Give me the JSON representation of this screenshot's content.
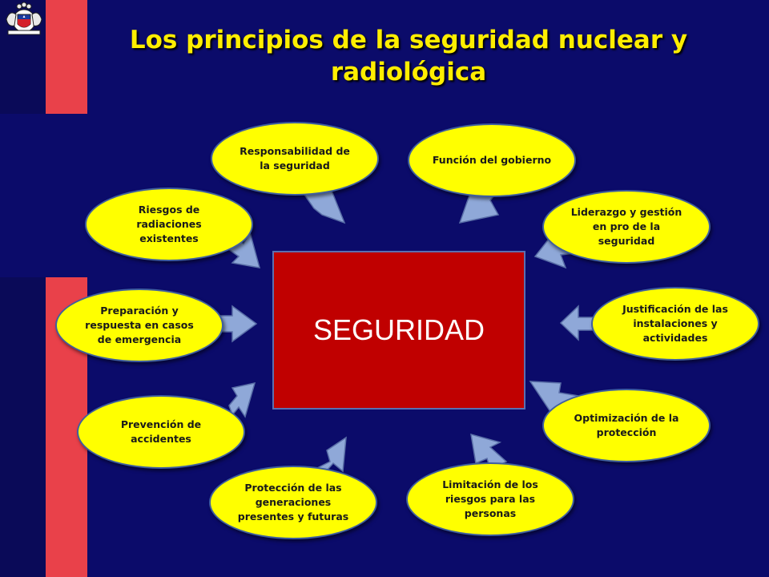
{
  "title": "Los principios de la seguridad nuclear y radiológica",
  "center": {
    "label": "SEGURIDAD"
  },
  "principles": [
    {
      "id": "responsabilidad",
      "label": "Responsabilidad de la seguridad"
    },
    {
      "id": "gobierno",
      "label": "Función del gobierno"
    },
    {
      "id": "liderazgo",
      "label": "Liderazgo y gestión en pro de la seguridad"
    },
    {
      "id": "justificacion",
      "label": "Justificación de las instalaciones y actividades"
    },
    {
      "id": "optimizacion",
      "label": "Optimización de la protección"
    },
    {
      "id": "limitacion",
      "label": "Limitación de los riesgos para las personas"
    },
    {
      "id": "generaciones",
      "label": "Protección de las generaciones presentes y futuras"
    },
    {
      "id": "prevencion",
      "label": "Prevención de accidentes"
    },
    {
      "id": "emergencia",
      "label": "Preparación y respuesta en casos de emergencia"
    },
    {
      "id": "riesgos",
      "label": "Riesgos de radiaciones existentes"
    }
  ],
  "colors": {
    "background": "#0b0b6a",
    "title": "#ffee00",
    "center": "#c00000",
    "oval": "#ffff00",
    "arrow": "#8fa8d8",
    "stripe_red": "#e9414a"
  }
}
